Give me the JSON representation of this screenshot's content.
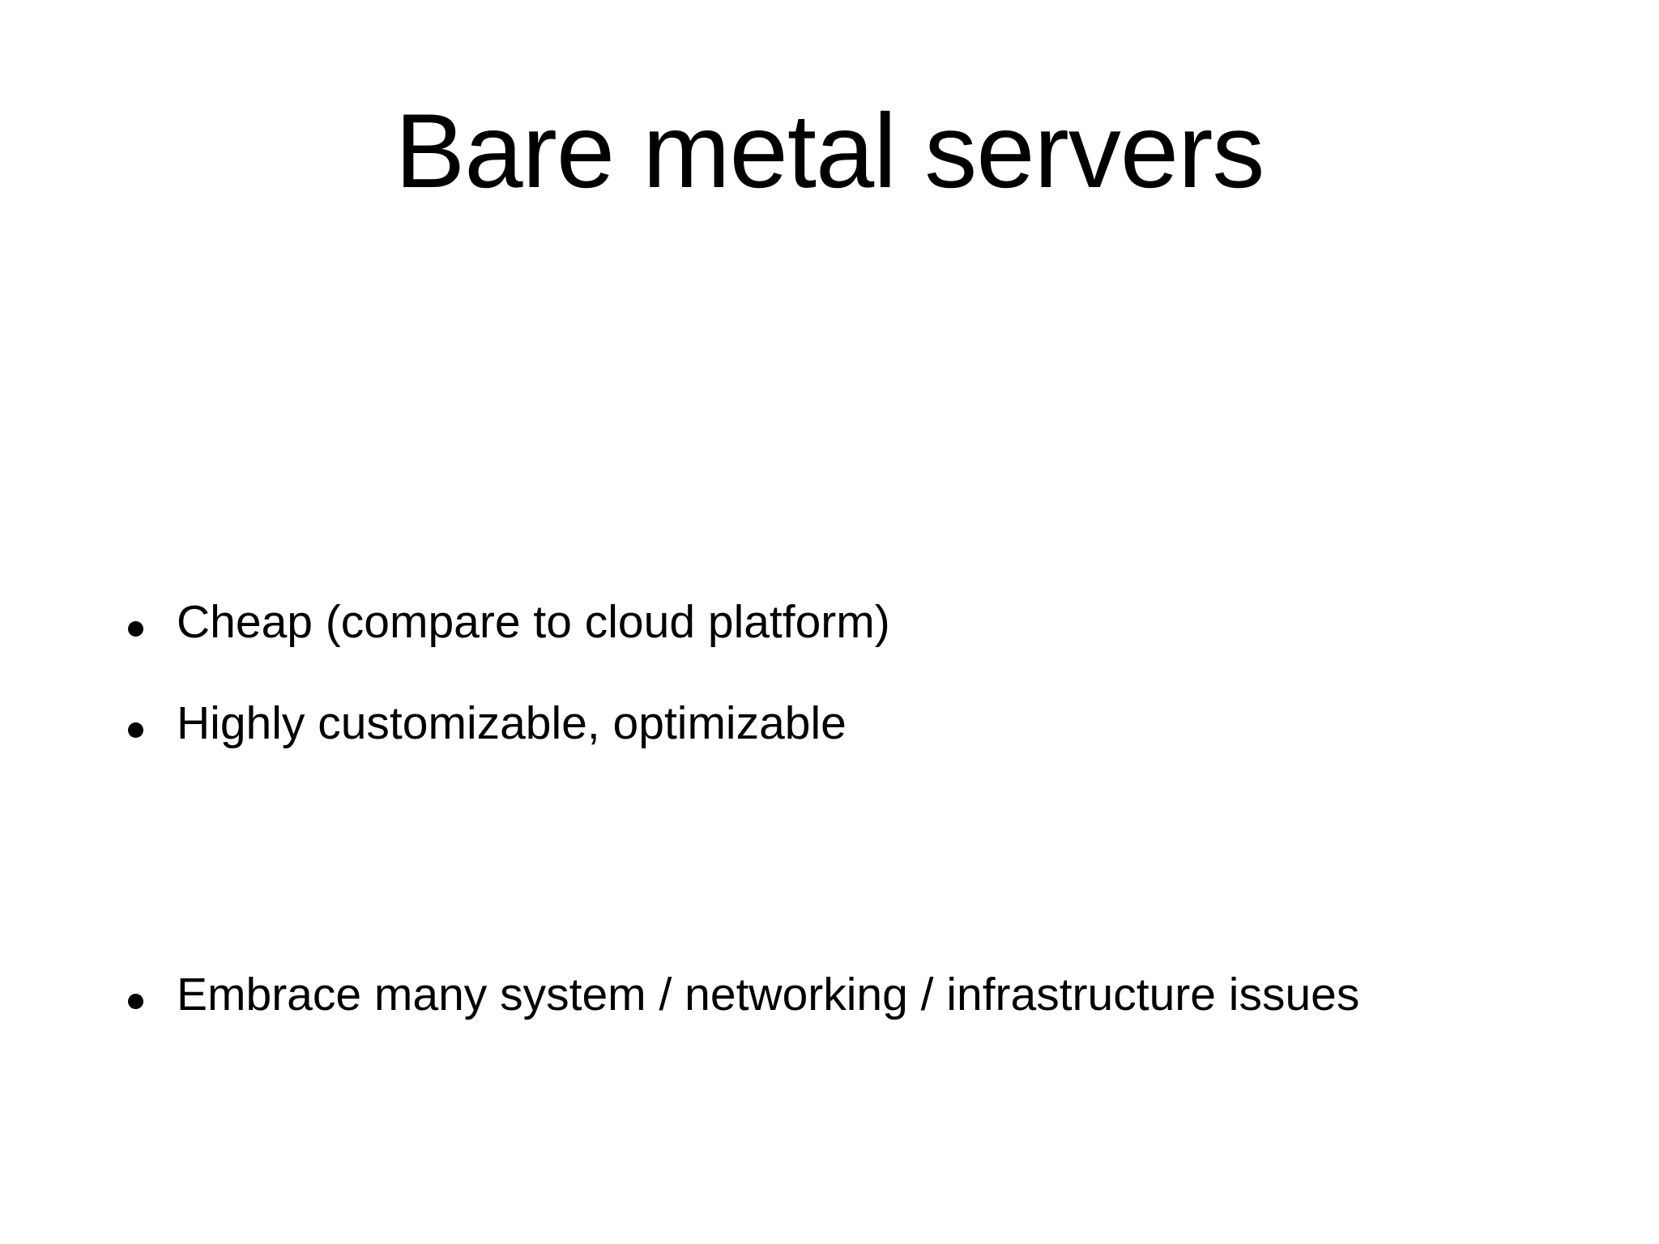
{
  "slide": {
    "title": "Bare metal servers",
    "background_color": "#ffffff",
    "text_color": "#000000",
    "bullets": [
      {
        "text": "Cheap (compare to cloud platform)",
        "marker": "bullet-dot"
      },
      {
        "text": "Highly customizable, optimizable",
        "marker": "bullet-dot"
      },
      {
        "text": "Embrace many system / networking / infrastructure issues",
        "marker": "bullet-dot"
      }
    ]
  }
}
